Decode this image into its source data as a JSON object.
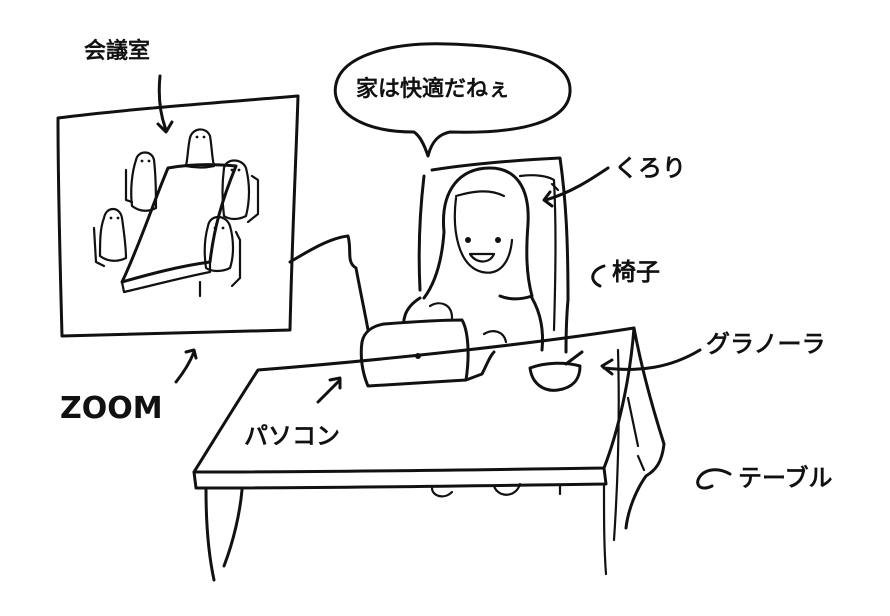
{
  "labels": {
    "meeting_room": "会議室",
    "speech": "家は快適だねぇ",
    "relaxing": "くろり",
    "chair": "椅子",
    "granola": "グラノーラ",
    "zoom": "ZOOM",
    "computer": "パソコン",
    "table": "テーブル"
  },
  "colors": {
    "ink": "#111111",
    "paper": "#ffffff"
  }
}
